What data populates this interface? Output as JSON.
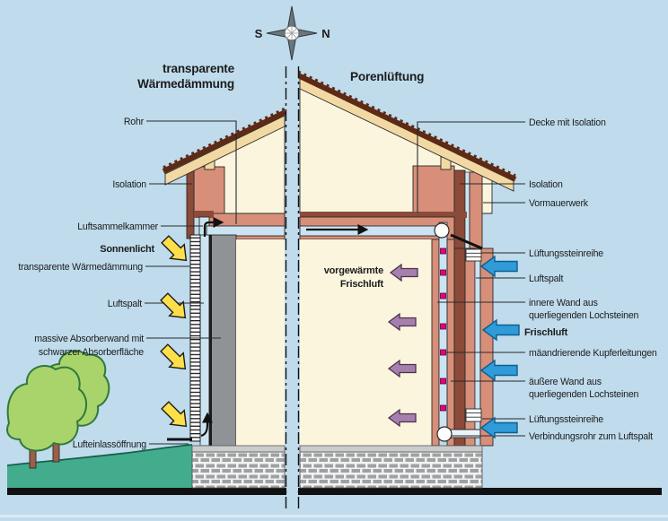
{
  "compass": {
    "south": "S",
    "north": "N"
  },
  "titles": {
    "left_line1": "transparente",
    "left_line2": "Wärmedämmung",
    "right": "Porenlüftung"
  },
  "left_labels": {
    "rohr": "Rohr",
    "isolation": "Isolation",
    "luftsammelkammer": "Luftsammelkammer",
    "sonnenlicht": "Sonnenlicht",
    "twd": "transparente Wärmedämmung",
    "luftspalt": "Luftspalt",
    "absorber1": "massive Absorberwand mit",
    "absorber2": "schwarzer Absorberfläche",
    "lufteinlass": "Lufteinlassöffnung"
  },
  "right_labels": {
    "decke": "Decke mit Isolation",
    "isolation": "Isolation",
    "vormauerwerk": "Vormauerwerk",
    "lueftungssteinreihe_top": "Lüftungssteinreihe",
    "luftspalt": "Luftspalt",
    "innere_wand1": "innere Wand aus",
    "innere_wand2": "querliegenden Lochsteinen",
    "frischluft": "Frischluft",
    "kupferleitungen": "mäandrierende Kupferleitungen",
    "aeussere_wand1": "äußere Wand aus",
    "aeussere_wand2": "querliegenden Lochsteinen",
    "lueftungssteinreihe_bottom": "Lüftungssteinreihe",
    "verbindungsrohr": "Verbindungsrohr zum Luftspalt"
  },
  "interior_labels": {
    "vorgewaermte": "vorgewärmte",
    "frischluft": "Frischluft"
  },
  "colors": {
    "sky": "#BFDBEC",
    "wall_salmon": "#D78F79",
    "insulation_brown": "#8C4A38",
    "roof_tan": "#F2D9A4",
    "roof_tile": "#5D2A16",
    "interior_cream": "#FBF5DE",
    "absorber_gray": "#909396",
    "air_channel_blue": "#CCE4F2",
    "grass_green": "#43AC8D",
    "tree_green": "#A9D36B",
    "sun_arrow_yellow": "#FFDF49",
    "fresh_air_blue": "#2F9BD8",
    "preheated_air_purple": "#A77FAC",
    "copper_magenta": "#E6007E",
    "brick_gray": "#9EA1A3"
  }
}
